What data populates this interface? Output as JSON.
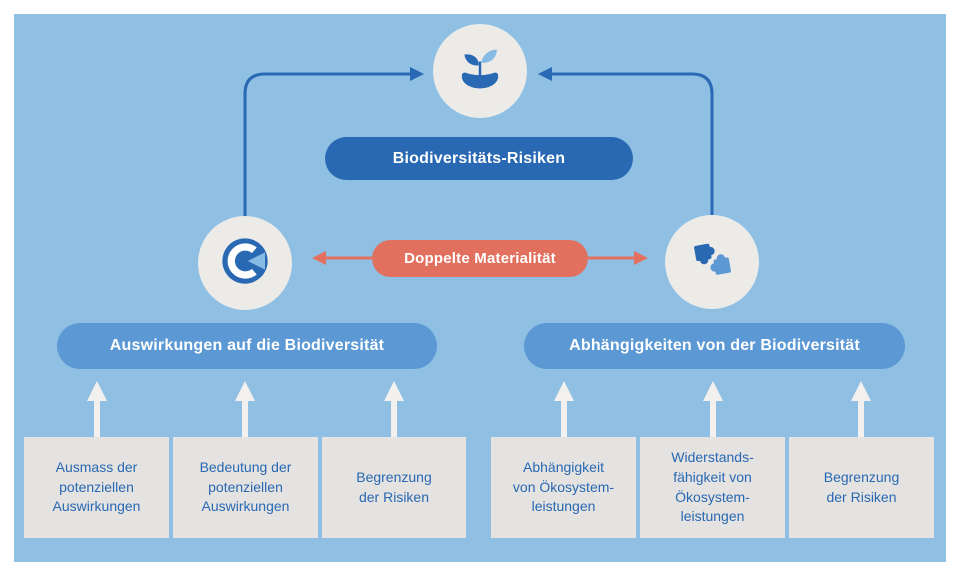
{
  "palette": {
    "background": "#8FC0E4",
    "frame": "#FFFFFF",
    "dark_blue": "#2968B2",
    "medium_blue": "#5C99D4",
    "light_blue": "#86BCE4",
    "red": "#E2705E",
    "gray_box": "#E4E3E1",
    "circle_bg": "#ECEBE8",
    "arrow_white": "#F2F1EF"
  },
  "nodes": {
    "risk_pill": "Biodiversitäts-Risiken",
    "materiality_pill": "Doppelte Materialität",
    "impact_pill": "Auswirkungen auf die Biodiversität",
    "dependency_pill": "Abhängigkeiten von der Biodiversität"
  },
  "impact_boxes": [
    {
      "text": "Ausmass der\npotenziellen\nAuswirkungen"
    },
    {
      "text": "Bedeutung der\npotenziellen\nAuswirkungen"
    },
    {
      "text": "Begrenzung\nder Risiken"
    }
  ],
  "dependency_boxes": [
    {
      "text": "Abhängigkeit\nvon Ökosystem-\nleistungen"
    },
    {
      "text": "Widerstands-\nfähigkeit von\nÖkosystem-\nleistungen"
    },
    {
      "text": "Begrenzung\nder Risiken"
    }
  ],
  "icons": {
    "top": "hand-plant-icon",
    "left": "impact-target-icon",
    "right": "puzzle-icon"
  }
}
